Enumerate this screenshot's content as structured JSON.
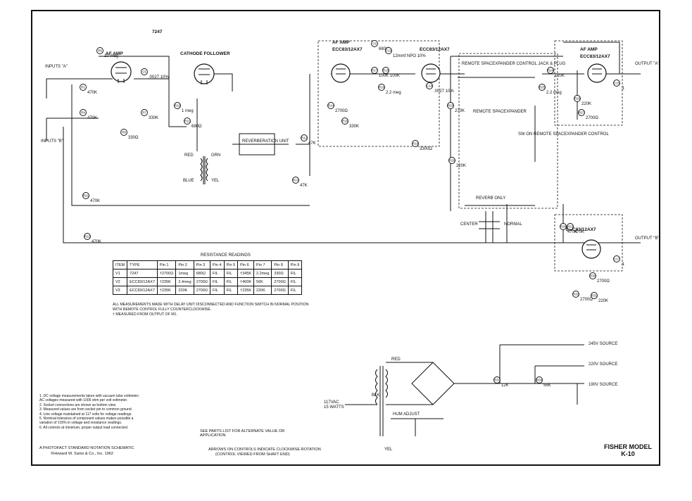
{
  "title_block": {
    "model_line1": "FISHER MODEL",
    "model_line2": "K-10"
  },
  "credits": {
    "line1": "A PHOTOFACT STANDARD NOTATION SCHEMATIC",
    "line2": "©Howard W. Sams & Co., Inc. 1962"
  },
  "tubes": [
    {
      "id": "V1",
      "type": "7247",
      "sections": [
        "AF AMP",
        "CATHODE FOLLOWER"
      ]
    },
    {
      "id": "V2",
      "type": "ECC83/12AX7",
      "section": "AF AMP"
    },
    {
      "id": "V3",
      "type": "ECC83/12AX7",
      "section": "AF AMP"
    }
  ],
  "labels": {
    "inputs_a": "INPUTS \"A\"",
    "inputs_b": "INPUTS \"B\"",
    "output_a": "OUTPUT \"A\"",
    "output_b": "OUTPUT \"B\"",
    "reverb_unit": "REVERBERATION UNIT",
    "remote_jack": "REMOTE SPACEXPANDER CONTROL JACK & PLUG",
    "remote_unit": "REMOTE SPACEXPANDER",
    "sw_remote": "SW ON REMOTE SPACEXPANDER CONTROL",
    "reverb_only": "REVERB ONLY",
    "center": "CENTER",
    "normal": "NORMAL",
    "hum_adjust": "HUM ADJUST",
    "ac_in": "117VAC",
    "ac_watts": "15 WATTS",
    "src_245": "245V SOURCE",
    "src_220": "220V SOURCE",
    "src_190": "190V SOURCE",
    "red": "RED",
    "grn": "GRN",
    "blue": "BLUE",
    "yel": "YEL",
    "blk": "BLK"
  },
  "components": [
    {
      "ref": "R1",
      "value": "470K"
    },
    {
      "ref": "R4",
      "value": "470K"
    },
    {
      "ref": "R6",
      "value": "10 meg"
    },
    {
      "ref": "R7",
      "value": "330K"
    },
    {
      "ref": "R8",
      "value": "330Ω"
    },
    {
      "ref": "R10",
      "value": "1 meg"
    },
    {
      "ref": "R11",
      "value": "680Ω"
    },
    {
      "ref": "R12",
      "value": "47K"
    },
    {
      "ref": "R13",
      "value": "47K"
    },
    {
      "ref": "R14",
      "value": "2700Ω"
    },
    {
      "ref": "R15",
      "value": "330K"
    },
    {
      "ref": "R16",
      "value": "2.2 meg"
    },
    {
      "ref": "R17",
      "value": "100K"
    },
    {
      "ref": "R18",
      "value": "100K"
    },
    {
      "ref": "R19",
      "value": "3300Ω"
    },
    {
      "ref": "R20",
      "value": "270K"
    },
    {
      "ref": "R21",
      "value": "470K"
    },
    {
      "ref": "R22",
      "value": "470K"
    },
    {
      "ref": "R23",
      "value": "470K"
    },
    {
      "ref": "R24",
      "value": "120K"
    },
    {
      "ref": "R25",
      "value": "2.2 meg"
    },
    {
      "ref": "R26",
      "value": "220K"
    },
    {
      "ref": "R27",
      "value": "2700Ω"
    },
    {
      "ref": "R28",
      "value": "220K"
    },
    {
      "ref": "R29",
      "value": "470K"
    },
    {
      "ref": "R30",
      "value": "2700Ω"
    },
    {
      "ref": "R31",
      "value": "220K"
    },
    {
      "ref": "R32",
      "value": "2700Ω"
    },
    {
      "ref": "R33",
      "value": "12K"
    },
    {
      "ref": "R34",
      "value": "56K"
    },
    {
      "ref": "C5",
      "value": ".0027 10%"
    },
    {
      "ref": "C9",
      "value": "680K"
    },
    {
      "ref": "C10",
      "value": "12mmf NPO 10%"
    },
    {
      "ref": "C14",
      "value": ".0027 10%"
    },
    {
      "ref": "C15",
      "value": ".1"
    },
    {
      "ref": "C17",
      "value": ".1"
    }
  ],
  "resistance_table": {
    "title": "RESISTANCE READINGS",
    "headers": [
      "ITEM",
      "TYPE",
      "Pin 1",
      "Pin 2",
      "Pin 3",
      "Pin 4",
      "Pin 5",
      "Pin 6",
      "Pin 7",
      "Pin 8",
      "Pin 9"
    ],
    "rows": [
      [
        "V1",
        "7247",
        "†2700Ω",
        "1meg",
        "680Ω",
        "FIL",
        "FIL",
        "†345K",
        "2.2meg",
        "330Ω",
        "FIL"
      ],
      [
        "V2",
        "ECC83/12AX7",
        "†235K",
        "2.4meg",
        "2700Ω",
        "FIL",
        "FIL",
        "†400K",
        "56K",
        "2700Ω",
        "FIL"
      ],
      [
        "V3",
        "ECC83/12AX7",
        "†235K",
        "220K",
        "2700Ω",
        "FIL",
        "FIL",
        "†235K",
        "220K",
        "2700Ω",
        "FIL"
      ]
    ],
    "note1": "ALL MEASUREMENTS MADE WITH DELAY UNIT DISCONNECTED AND FUNCTION SWITCH IN NORMAL POSITION",
    "note2": "WITH REMOTE CONTROL FULLY COUNTERCLOCKWISE.",
    "note3": "† MEASURED FROM OUTPUT OF M1."
  },
  "notes": [
    "1. DC voltage measurements taken with vacuum tube voltmeter;",
    "AC voltages measured with 1000 ohm per volt voltmeter.",
    "2. Socket connections are shown as bottom view.",
    "3. Measured values are from socket pin to common ground.",
    "4. Line voltage maintained at 117 volts for voltage readings.",
    "5. Nominal tolerance of component values makes possible a",
    "variation of ±15% in voltage and resistance readings.",
    "6. All controls at minimum, proper output load connected."
  ],
  "footnotes": {
    "parts": "SEE PARTS LIST FOR ALTERNATE VALUE OR APPLICATION",
    "arrows1": "ARROWS ON CONTROLS INDICATE CLOCKWISE ROTATION",
    "arrows2": "(CONTROL VIEWED FROM SHAFT END)"
  }
}
